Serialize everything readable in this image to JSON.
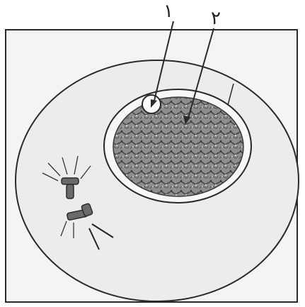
{
  "labels": [
    {
      "id": "label-1",
      "text": "١"
    },
    {
      "id": "label-2",
      "text": "٢"
    }
  ],
  "colors": {
    "frame_bg": "#f2f2f2",
    "cytoplasm": "#ededed",
    "outline": "#2a2a2a",
    "nucleus_fill": "#8a8a8a",
    "chromatin": "#4a4a4a",
    "nucleolus": "#ffffff",
    "centriole": "#6a6a6a"
  }
}
